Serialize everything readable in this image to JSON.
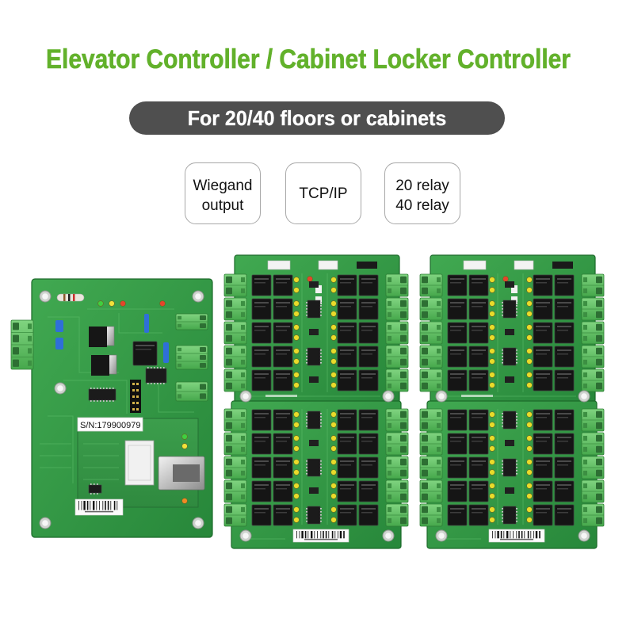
{
  "title": "Elevator Controller / Cabinet Locker Controller",
  "subtitle": "For 20/40 floors or cabinets",
  "features": [
    {
      "lines": [
        "Wiegand",
        "output"
      ]
    },
    {
      "lines": [
        "TCP/IP"
      ]
    },
    {
      "lines": [
        "20 relay",
        "40 relay"
      ]
    }
  ],
  "boards": {
    "serial_label": "S/N:179900979"
  },
  "colors": {
    "title_green": "#62b12b",
    "pill_gray": "#4f4f4f",
    "pcb_green": "#27873a",
    "terminal_green": "#46a84c",
    "relay_black": "#151515"
  }
}
